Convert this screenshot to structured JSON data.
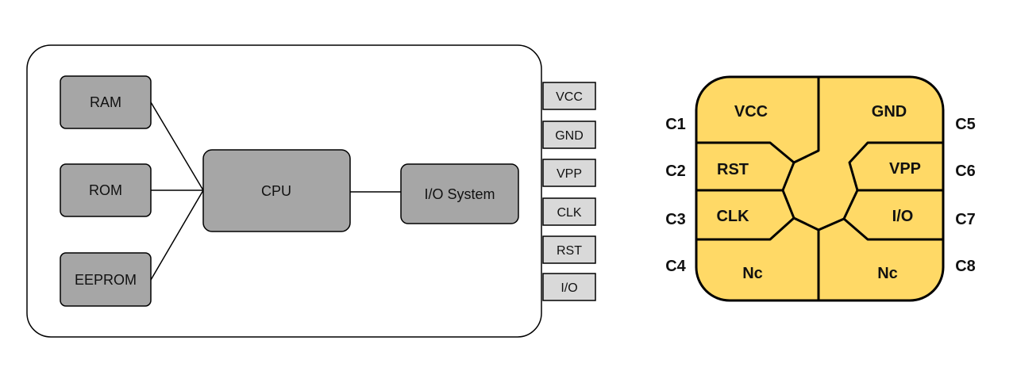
{
  "block_diagram": {
    "memory": {
      "ram": "RAM",
      "rom": "ROM",
      "eeprom": "EEPROM"
    },
    "cpu": "CPU",
    "io_system": "I/O System",
    "pins": [
      "VCC",
      "GND",
      "VPP",
      "CLK",
      "RST",
      "I/O"
    ]
  },
  "chip_contacts": {
    "pads": {
      "c1": "VCC",
      "c2": "RST",
      "c3": "CLK",
      "c4": "Nc",
      "c5": "GND",
      "c6": "VPP",
      "c7": "I/O",
      "c8": "Nc"
    },
    "labels": {
      "c1": "C1",
      "c2": "C2",
      "c3": "C3",
      "c4": "C4",
      "c5": "C5",
      "c6": "C6",
      "c7": "C7",
      "c8": "C8"
    }
  },
  "colors": {
    "block_fill": "#a6a6a6",
    "pin_fill": "#d9d9d9",
    "chip_fill": "#ffd966",
    "stroke": "#000000"
  }
}
